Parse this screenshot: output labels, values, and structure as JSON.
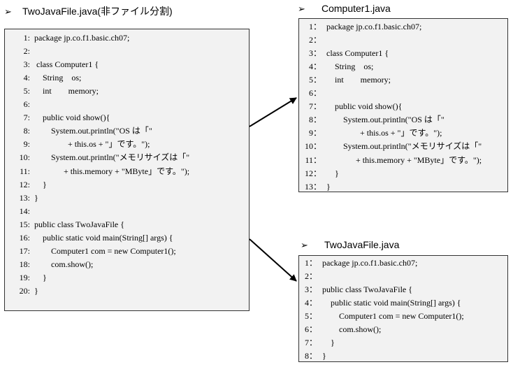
{
  "headings": {
    "left": {
      "bullet": "➢",
      "title": "TwoJavaFile.java(非ファイル分割)"
    },
    "top_right": {
      "bullet": "➢",
      "title": "Computer1.java"
    },
    "bottom_right": {
      "bullet": "➢",
      "title": "TwoJavaFile.java"
    }
  },
  "left_panel": {
    "lines": [
      {
        "n": "1:",
        "code": "package jp.co.f1.basic.ch07;"
      },
      {
        "n": "2:",
        "code": ""
      },
      {
        "n": "3:",
        "code": " class Computer1 {"
      },
      {
        "n": "4:",
        "code": "    String    os;"
      },
      {
        "n": "5:",
        "code": "    int        memory;"
      },
      {
        "n": "6:",
        "code": ""
      },
      {
        "n": "7:",
        "code": "    public void show(){"
      },
      {
        "n": "8:",
        "code": "        System.out.println(\"OS は「\""
      },
      {
        "n": "9:",
        "code": "                + this.os + \"」です。\");"
      },
      {
        "n": "10:",
        "code": "        System.out.println(\"メモリサイズは「\""
      },
      {
        "n": "11:",
        "code": "              + this.memory + \"MByte」です。\");"
      },
      {
        "n": "12:",
        "code": "    }"
      },
      {
        "n": "13:",
        "code": "}"
      },
      {
        "n": "14:",
        "code": ""
      },
      {
        "n": "15:",
        "code": "public class TwoJavaFile {"
      },
      {
        "n": "16:",
        "code": "    public static void main(String[] args) {"
      },
      {
        "n": "17:",
        "code": "        Computer1 com = new Computer1();"
      },
      {
        "n": "18:",
        "code": "        com.show();"
      },
      {
        "n": "19:",
        "code": "    }"
      },
      {
        "n": "20:",
        "code": "}"
      }
    ]
  },
  "top_right_panel": {
    "lines": [
      {
        "n": "1：",
        "code": "package jp.co.f1.basic.ch07;"
      },
      {
        "n": "2：",
        "code": ""
      },
      {
        "n": "3：",
        "code": "class Computer1 {"
      },
      {
        "n": "4：",
        "code": "    String    os;"
      },
      {
        "n": "5：",
        "code": "    int        memory;"
      },
      {
        "n": "6：",
        "code": ""
      },
      {
        "n": "7：",
        "code": "    public void show(){"
      },
      {
        "n": "8：",
        "code": "        System.out.println(\"OS は「\""
      },
      {
        "n": "9：",
        "code": "                + this.os + \"」です。\");"
      },
      {
        "n": "10：",
        "code": "        System.out.println(\"メモリサイズは「\""
      },
      {
        "n": "11：",
        "code": "              + this.memory + \"MByte」です。\");"
      },
      {
        "n": "12：",
        "code": "    }"
      },
      {
        "n": "13：",
        "code": "}"
      }
    ]
  },
  "bottom_right_panel": {
    "lines": [
      {
        "n": "1：",
        "code": "package jp.co.f1.basic.ch07;"
      },
      {
        "n": "2：",
        "code": ""
      },
      {
        "n": "3：",
        "code": "public class TwoJavaFile {"
      },
      {
        "n": "4：",
        "code": "    public static void main(String[] args) {"
      },
      {
        "n": "5：",
        "code": "        Computer1 com = new Computer1();"
      },
      {
        "n": "6：",
        "code": "        com.show();"
      },
      {
        "n": "7：",
        "code": "    }"
      },
      {
        "n": "8：",
        "code": "}"
      }
    ]
  }
}
